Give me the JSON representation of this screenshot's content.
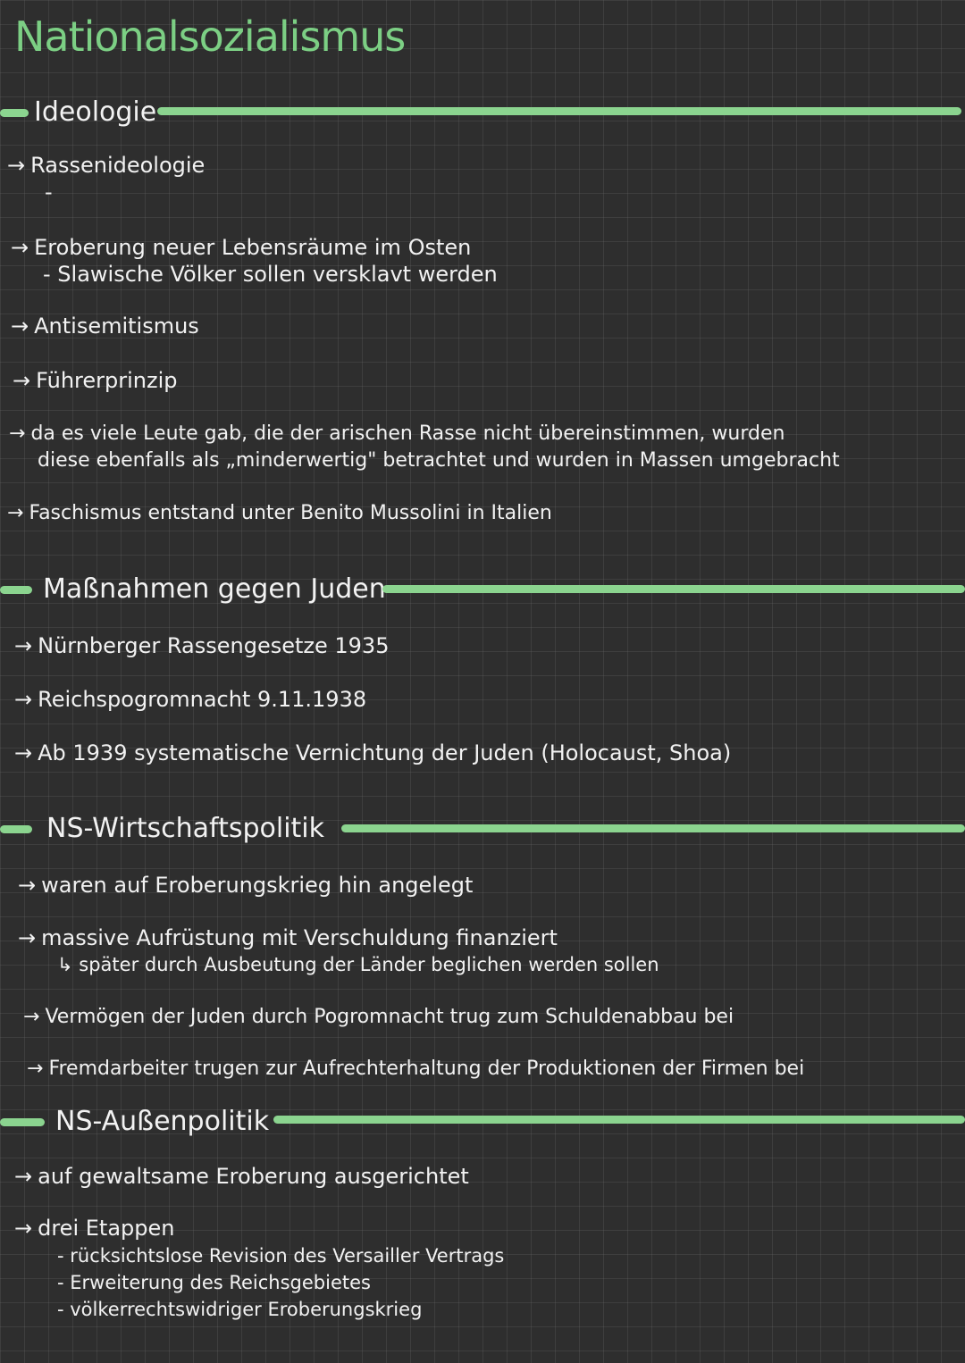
{
  "title": "Nationalsozialismus",
  "colors": {
    "accent": "#8bd48f",
    "background": "#2e2e2e",
    "text": "#f2f2f2"
  },
  "arrow": "→",
  "sections": {
    "ideologie": {
      "heading": "Ideologie",
      "l1": "Rassenideologie",
      "l1_sub": "-",
      "l2": "Eroberung neuer Lebensräume im Osten",
      "l2_sub": "- Slawische Völker sollen versklavt werden",
      "l3": "Antisemitismus",
      "l4": "Führerprinzip",
      "l5a": "da es viele Leute gab, die der arischen Rasse nicht übereinstimmen, wurden",
      "l5b": "diese ebenfalls als „minderwertig\" betrachtet und wurden in Massen umgebracht",
      "l6": "Faschismus entstand unter Benito Mussolini in Italien"
    },
    "juden": {
      "heading": "Maßnahmen gegen Juden",
      "l1": "Nürnberger Rassengesetze 1935",
      "l2": "Reichspogromnacht 9.11.1938",
      "l3": "Ab 1939 systematische Vernichtung der Juden (Holocaust, Shoa)"
    },
    "wirtschaft": {
      "heading": "NS-Wirtschaftspolitik",
      "l1": "waren auf Eroberungskrieg hin angelegt",
      "l2": "massive Aufrüstung mit Verschuldung finanziert",
      "l2_sub": "↳ später durch Ausbeutung der Länder beglichen werden sollen",
      "l3": "Vermögen der Juden durch Pogromnacht trug zum Schuldenabbau bei",
      "l4": "Fremdarbeiter trugen zur Aufrechterhaltung der Produktionen der Firmen bei"
    },
    "aussen": {
      "heading": "NS-Außenpolitik",
      "l1": "auf gewaltsame Eroberung ausgerichtet",
      "l2": "drei Etappen",
      "l2_sub1": "- rücksichtslose Revision des Versailler Vertrags",
      "l2_sub2": "- Erweiterung des Reichsgebietes",
      "l2_sub3": "- völkerrechtswidriger Eroberungskrieg"
    }
  }
}
